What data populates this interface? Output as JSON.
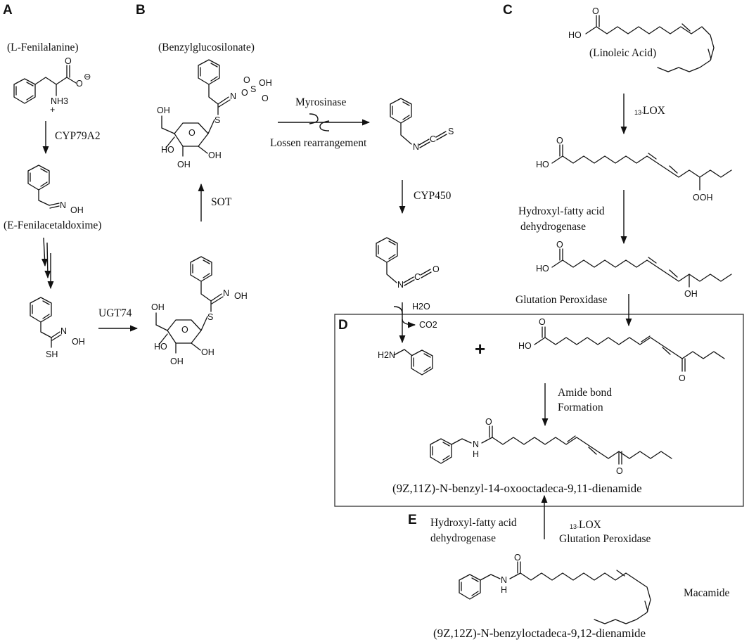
{
  "panels": {
    "a": "A",
    "b": "B",
    "c": "C",
    "d": "D",
    "e": "E"
  },
  "compounds": {
    "l_phenylalanine": "(L-Fenilalanine)",
    "e_phenylacetaldoxime": "(E-Fenilacetaldoxime)",
    "benzylglucosinolate": "(Benzylglucosilonate)",
    "linoleic_acid": "(Linoleic Acid)",
    "product_name": "(9Z,11Z)-N-benzyl-14-oxooctadeca-9,11-dienamide",
    "macamide_name": "(9Z,12Z)-N-benzyloctadeca-9,12-dienamide",
    "macamide_label": "Macamide"
  },
  "enzymes": {
    "cyp79a2": "CYP79A2",
    "ugt74": "UGT74",
    "sot": "SOT",
    "myrosinase": "Myrosinase",
    "lossen": "Lossen rearrangement",
    "cyp450": "CYP450",
    "lox_c_sub": "13-",
    "lox_c": "LOX",
    "hfad_c_line1": "Hydroxyl-fatty acid",
    "hfad_c_line2": "dehydrogenase",
    "glutation_c": "Glutation Peroxidase",
    "amide_line1": "Amide bond",
    "amide_line2": "Formation",
    "hfad_e_line1": "Hydroxyl-fatty acid",
    "hfad_e_line2": "dehydrogenase",
    "lox_e_sub": "13-",
    "lox_e": "LOX",
    "glutation_e": "Glutation Peroxidase"
  },
  "atoms": {
    "o": "O",
    "oh": "OH",
    "ho": "HO",
    "ooh": "OOH",
    "nh3": "NH3",
    "n": "N",
    "nh_h": "H",
    "s": "S",
    "sh": "SH",
    "c": "C",
    "h2n": "H2N",
    "h2o": "H2O",
    "co2": "CO2",
    "minus": "⊖",
    "plus_charge": "+",
    "so3h_s": "S"
  },
  "plus_sign": "+"
}
